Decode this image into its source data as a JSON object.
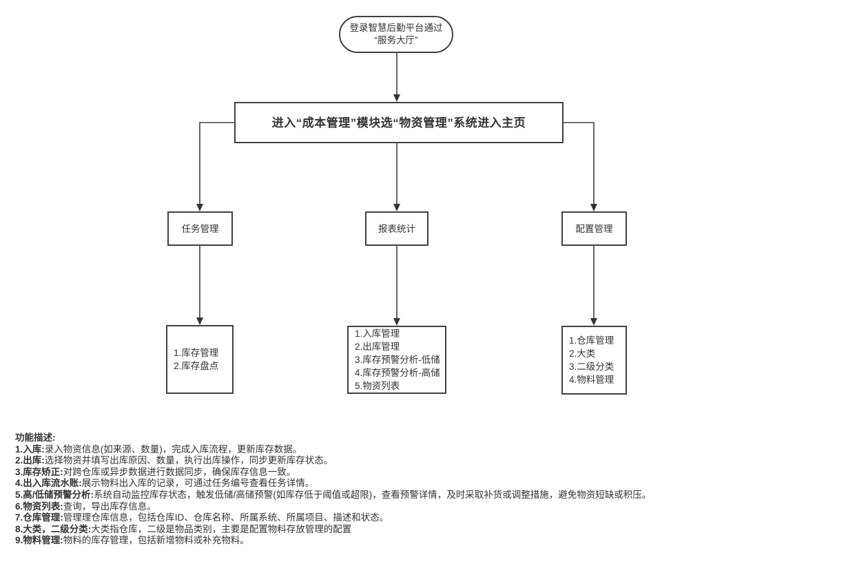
{
  "colors": {
    "background": "#ffffff",
    "line": "#404040",
    "text": "#333333"
  },
  "flowchart": {
    "start_node": {
      "lines": [
        "登录智慧后勤平台通过",
        "“服务大厅”"
      ]
    },
    "main_node": {
      "label": "进入“成本管理”模块选“物资管理”系统进入主页"
    },
    "branches": [
      {
        "label": "任务管理",
        "items": [
          "1.库存管理",
          "2.库存盘点"
        ]
      },
      {
        "label": "报表统计",
        "items": [
          "1.入库管理",
          "2.出库管理",
          "3.库存预警分析-低储",
          "4.库存预警分析-高储",
          "5.物资列表"
        ]
      },
      {
        "label": "配置管理",
        "items": [
          "1.仓库管理",
          "2.大类",
          "3.二级分类",
          "4.物料管理"
        ]
      }
    ]
  },
  "descriptions": {
    "heading": "功能描述:",
    "items": [
      {
        "label": "1.入库:",
        "text": "录入物资信息(如来源、数量)，完成入库流程，更新库存数据。"
      },
      {
        "label": "2.出库:",
        "text": "选择物资并填写出库原因、数量，执行出库操作，同步更新库存状态。"
      },
      {
        "label": "3.库存矫正:",
        "text": "对跨仓库或异步数据进行数据同步，确保库存信息一致。"
      },
      {
        "label": "4.出入库流水账:",
        "text": "展示物料出入库的记录，可通过任务编号查看任务详情。"
      },
      {
        "label": "5.高/低储预警分析:",
        "text": "系统自动监控库存状态，触发低储/高储预警(如库存低于阈值或超限)，查看预警详情，及时采取补货或调整措施，避免物资短缺或积压。"
      },
      {
        "label": "6.物资列表:",
        "text": "查询，导出库存信息。"
      },
      {
        "label": "7.仓库管理:",
        "text": "管理理仓库信息，包括仓库ID、仓库名称、所属系统、所属项目、描述和状态。"
      },
      {
        "label": "8.大类，二级分类:",
        "text": "大类指仓库，二级是物品类别，主要是配置物料存放管理的配置"
      },
      {
        "label": "9.物料管理:",
        "text": "物料的库存管理，包括新增物料或补充物料。"
      }
    ]
  }
}
